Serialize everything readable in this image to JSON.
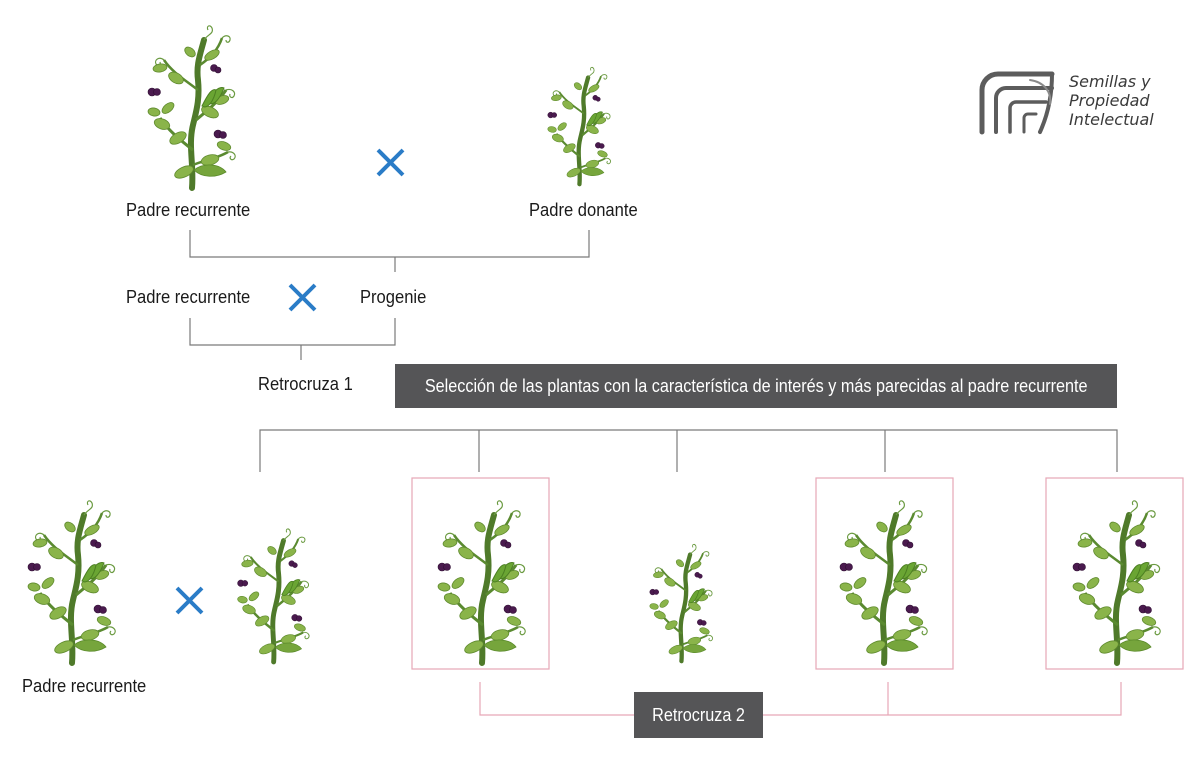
{
  "labels": {
    "padre_recurrente_top": "Padre recurrente",
    "padre_donante": "Padre donante",
    "padre_recurrente_mid": "Padre recurrente",
    "progenie": "Progenie",
    "retrocruza_1": "Retrocruza 1",
    "padre_recurrente_bottom": "Padre recurrente"
  },
  "banners": {
    "seleccion": "Selección de las plantas con la característica de interés y más parecidas al padre recurrente",
    "retrocruza_2": "Retrocruza 2"
  },
  "logo": {
    "line1": "Semillas y",
    "line2": "Propiedad",
    "line3": "Intelectual"
  },
  "colors": {
    "connector": "#7a7a7a",
    "cross": "#2a7cc7",
    "selection_box": "#e7a7b6",
    "banner_bg": "#555557",
    "stem": "#4f7a2a",
    "leaf": "#8ab44a",
    "pod": "#6aa533",
    "flower": "#4a1a4e"
  }
}
